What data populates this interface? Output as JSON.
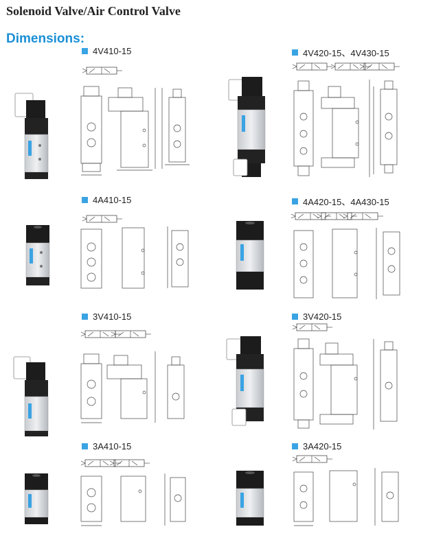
{
  "header": {
    "title": "Solenoid Valve/Air Control Valve",
    "subtitle": "Dimensions:"
  },
  "colors": {
    "accent_blue": "#1a8fd6",
    "marker_blue": "#3aa3e3"
  },
  "sections": [
    {
      "id": "4v410",
      "label": "4V410-15"
    },
    {
      "id": "4v420",
      "label": "4V420-15、4V430-15"
    },
    {
      "id": "4a410",
      "label": "4A410-15"
    },
    {
      "id": "4a420",
      "label": "4A420-15、4A430-15"
    },
    {
      "id": "3v410",
      "label": "3V410-15"
    },
    {
      "id": "3v420",
      "label": "3V420-15"
    },
    {
      "id": "3a410",
      "label": "3A410-15"
    },
    {
      "id": "3a420",
      "label": "3A420-15"
    }
  ]
}
